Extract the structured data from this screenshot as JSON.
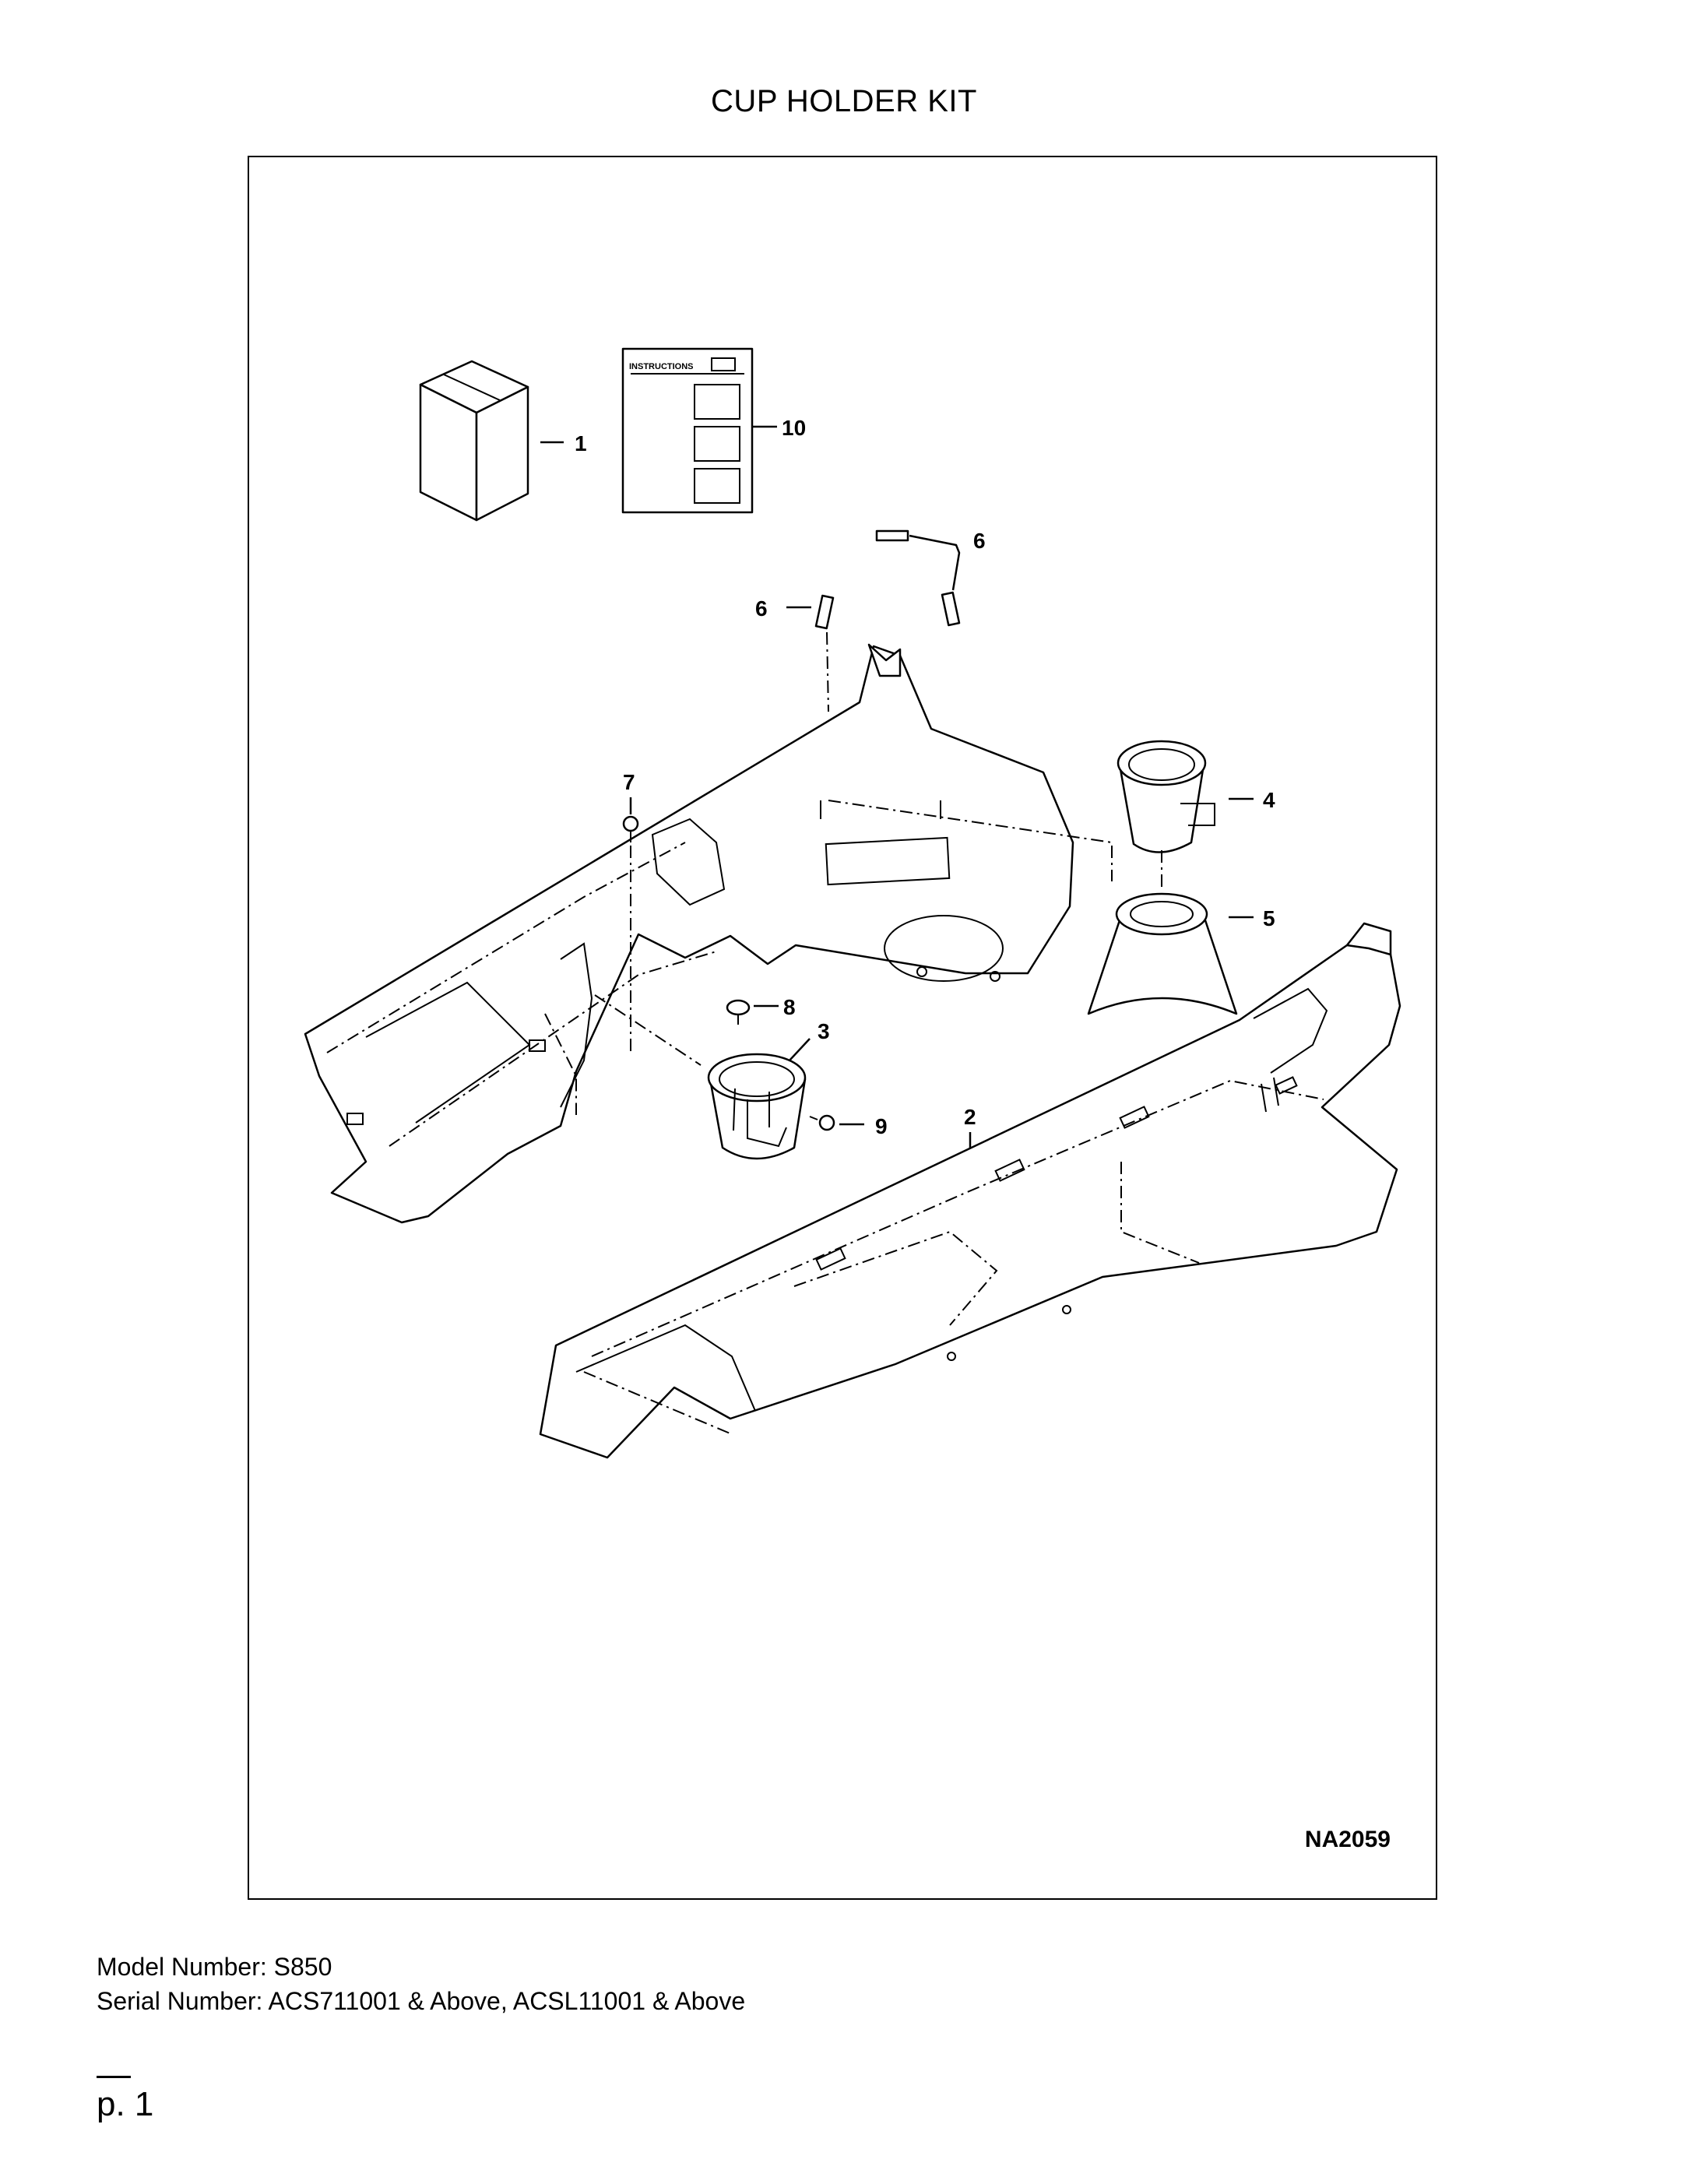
{
  "document": {
    "title": "CUP HOLDER KIT",
    "figure_code": "NA2059",
    "model_line": "Model Number: S850",
    "serial_line": "Serial Number: ACS711001 & Above, ACSL11001 & Above",
    "page_label": "p. 1"
  },
  "figure": {
    "instruction_sheet_label": "INSTRUCTIONS",
    "callouts": {
      "box": "1",
      "instructions": "10",
      "clip_upper": "6",
      "clip_left": "6",
      "pin": "7",
      "cup_holder_right": "4",
      "cup_sleeve": "5",
      "plug": "8",
      "cup_holder_left": "3",
      "screw": "9",
      "tray": "2"
    }
  }
}
